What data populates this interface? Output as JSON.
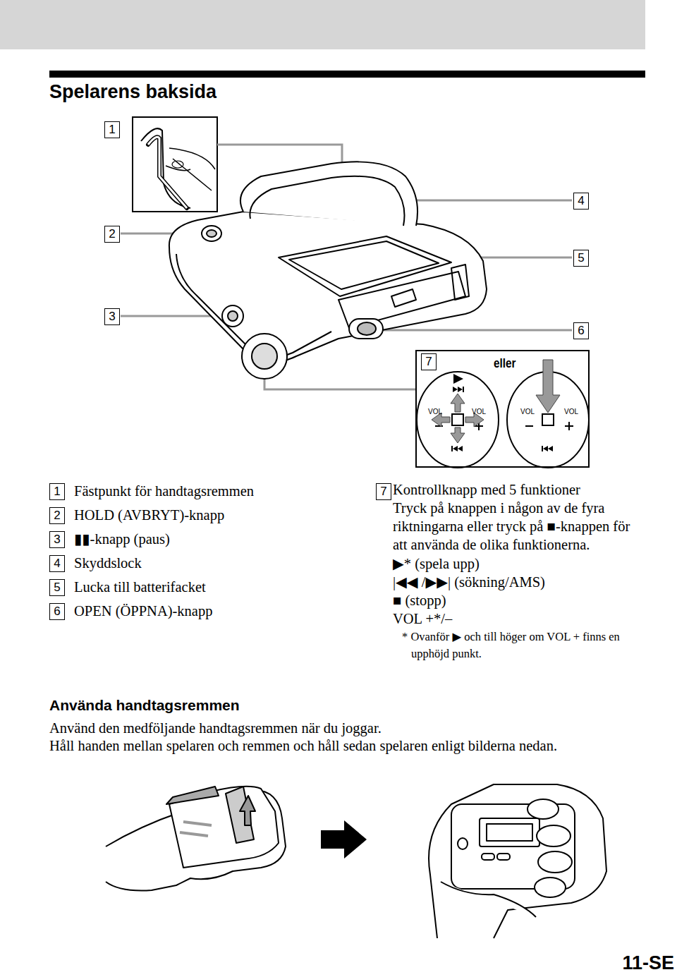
{
  "diagram": {
    "title": "Spelarens baksida",
    "labels": [
      "1",
      "2",
      "3",
      "4",
      "5",
      "6",
      "7",
      "eller",
      "VOL",
      "VOL",
      "VOL",
      "VOL",
      "1",
      "Fästpunkt för handtagsremmen",
      "2",
      "HOLD (AVBRYT)-knapp",
      "3",
      "▮▮-knapp (paus)",
      "4",
      "Skyddslock",
      "5",
      "Lucka till batterifacket",
      "6",
      "OPEN (ÖPPNA)-knapp",
      "7",
      "Kontrollknapp med 5 funktioner",
      "Tryck på knappen i någon av de fyra riktningarna eller tryck på ■-knappen för att använda de olika funktionerna.",
      "▶* (spela upp)",
      "|◀◀ /▶▶| (sökning/AMS)",
      "■ (stopp)",
      "VOL +*/–",
      "* Ovanför ▶ och till höger om VOL + finns en upphöjd punkt.",
      "Använda handtagsremmen",
      "Använd den medföljande handtagsremmen när du joggar.",
      "Håll handen mellan spelaren och remmen och håll sedan spelaren enligt bilderna nedan.",
      "11-SE"
    ]
  }
}
